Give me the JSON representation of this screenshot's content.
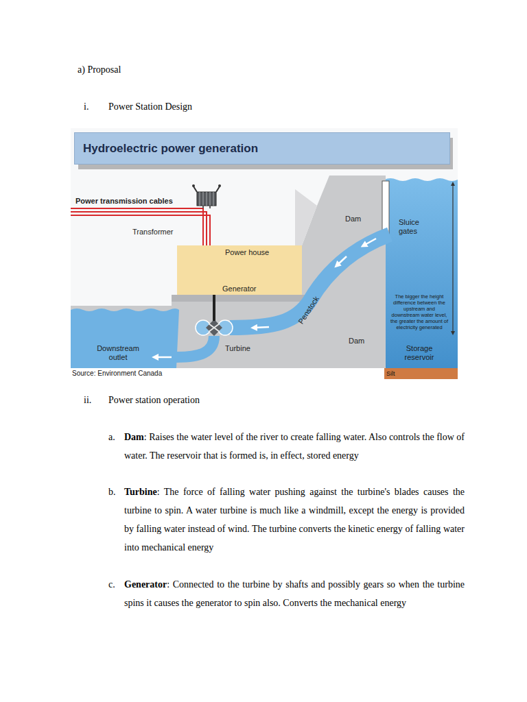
{
  "diagram": {
    "nodes": [
      {
        "text": [
          "Hydroelectric power generation"
        ]
      },
      {
        "text": [
          "Power house"
        ]
      }
    ],
    "labels": [
      "a) Proposal",
      "i.",
      "Power Station Design",
      "Power transmission cables",
      "Transformer",
      "Dam",
      "Sluice gates",
      "Generator",
      "Penstock",
      "The bigger the height difference between the upstream and downstream water level, the greater the amount of electricity generated",
      "Dam",
      "Downstream outlet",
      "Turbine",
      "Storage reservoir",
      "Source: Environment Canada",
      "Silt",
      "ii.",
      "Power station operation",
      "a.",
      "Dam",
      ": Raises the water level of the river to create falling water. Also controls the flow of water. The reservoir that is formed is, in effect, stored energy",
      "b.",
      "Turbine",
      ": The force of falling water pushing against the turbine's blades causes the turbine to spin. A water turbine is much like a windmill, except the energy is provided by falling water instead of wind. The turbine converts the kinetic energy of falling water into mechanical energy",
      "c.",
      "Generator",
      ": Connected to the turbine by shafts and possibly gears so when the turbine spins it causes the generator to spin also. Converts the mechanical energy"
    ]
  }
}
